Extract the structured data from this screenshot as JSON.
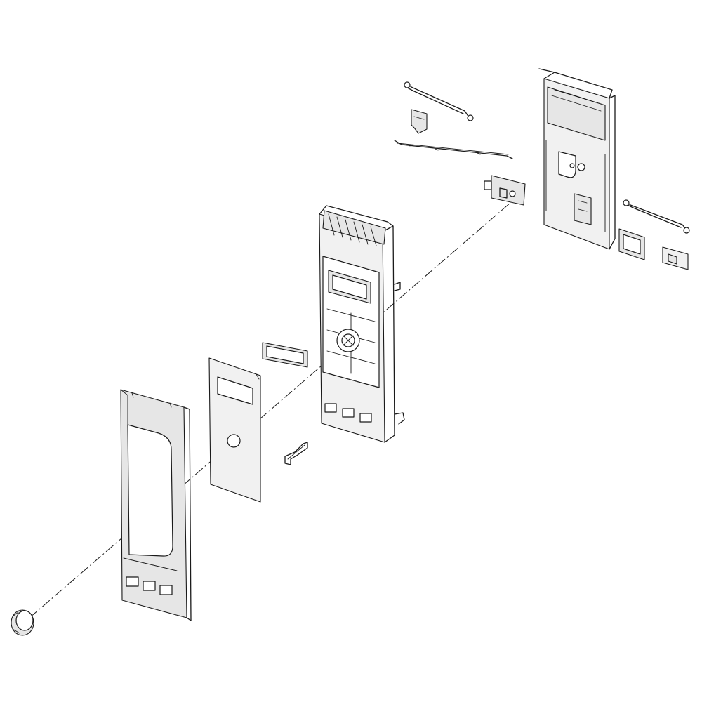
{
  "diagram": {
    "type": "exploded-parts-view",
    "parts": [
      {
        "id": "knob"
      },
      {
        "id": "control-panel-frame"
      },
      {
        "id": "membrane-switch-panel"
      },
      {
        "id": "display-window"
      },
      {
        "id": "spring-clip"
      },
      {
        "id": "control-panel-housing"
      },
      {
        "id": "encoder-board"
      },
      {
        "id": "wire-harness-upper"
      },
      {
        "id": "small-bracket"
      },
      {
        "id": "ground-wire"
      },
      {
        "id": "pcb-bracket-chassis"
      },
      {
        "id": "wire-harness-right"
      },
      {
        "id": "connector-frame"
      },
      {
        "id": "small-label-plate"
      }
    ],
    "colors": {
      "line": "#1a1a1a",
      "fill": "#e6e6e6",
      "background": "#ffffff"
    }
  }
}
